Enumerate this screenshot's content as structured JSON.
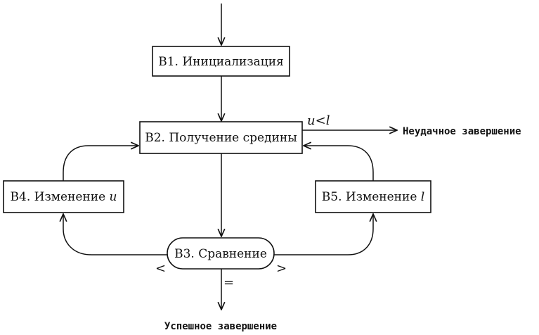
{
  "nodes": {
    "b1": {
      "label": "B1. Инициализация"
    },
    "b2": {
      "label": "B2. Получение средины"
    },
    "b3": {
      "label": "B3. Сравнение"
    },
    "b4": {
      "prefix": "B4. Изменение ",
      "var": "u"
    },
    "b5": {
      "prefix": "B5. Изменение ",
      "var": "l"
    }
  },
  "edge_labels": {
    "condition_u": "u",
    "condition_op": "<",
    "condition_l": "l",
    "less": "<",
    "greater": ">",
    "equal": "="
  },
  "terminals": {
    "failure": "Неудачное завершение",
    "success": "Успешное завершение"
  }
}
